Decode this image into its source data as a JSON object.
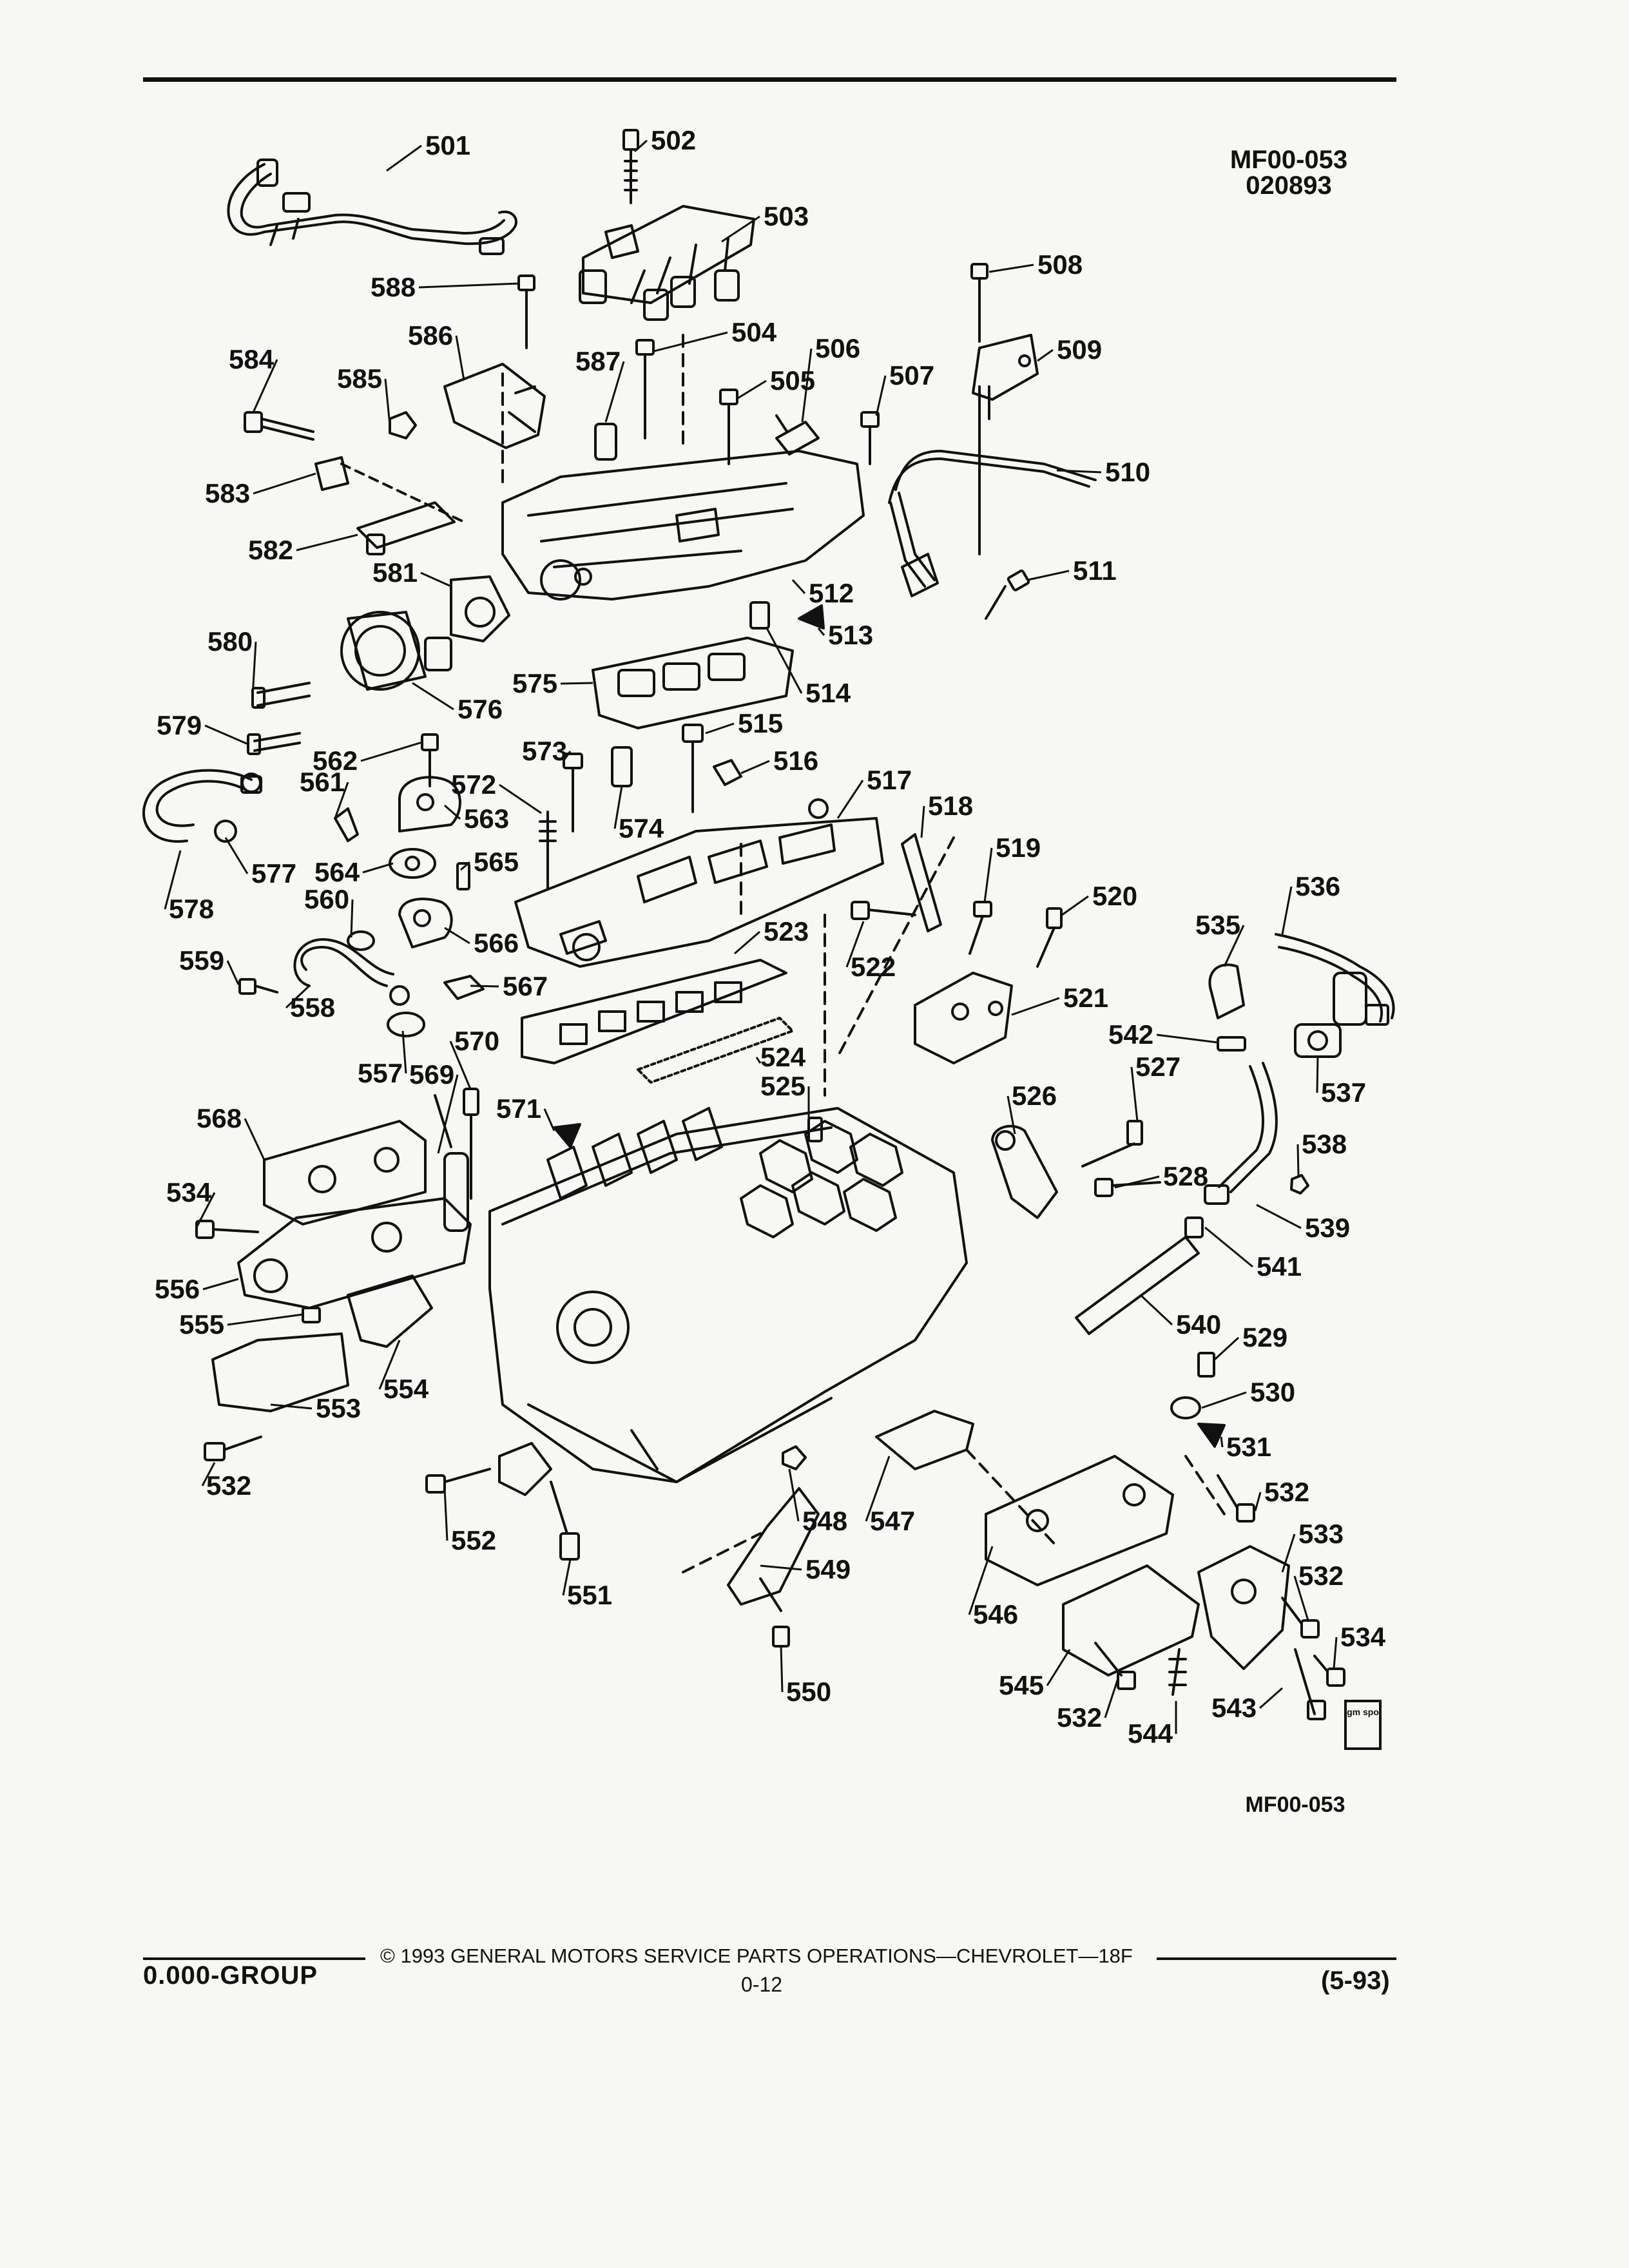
{
  "header": {
    "figure_code": "MF00-053",
    "figure_date": "020893"
  },
  "diagram": {
    "caption_code": "MF00-053",
    "part_labels": [
      {
        "id": "501",
        "text": "501"
      },
      {
        "id": "502",
        "text": "502"
      },
      {
        "id": "503",
        "text": "503"
      },
      {
        "id": "504",
        "text": "504"
      },
      {
        "id": "505",
        "text": "505"
      },
      {
        "id": "506",
        "text": "506"
      },
      {
        "id": "507",
        "text": "507"
      },
      {
        "id": "508",
        "text": "508"
      },
      {
        "id": "509",
        "text": "509"
      },
      {
        "id": "510",
        "text": "510"
      },
      {
        "id": "511",
        "text": "511"
      },
      {
        "id": "512",
        "text": "512"
      },
      {
        "id": "513",
        "text": "513"
      },
      {
        "id": "514",
        "text": "514"
      },
      {
        "id": "515",
        "text": "515"
      },
      {
        "id": "516",
        "text": "516"
      },
      {
        "id": "517",
        "text": "517"
      },
      {
        "id": "518",
        "text": "518"
      },
      {
        "id": "519",
        "text": "519"
      },
      {
        "id": "520",
        "text": "520"
      },
      {
        "id": "521",
        "text": "521"
      },
      {
        "id": "522",
        "text": "522"
      },
      {
        "id": "523",
        "text": "523"
      },
      {
        "id": "524",
        "text": "524"
      },
      {
        "id": "525",
        "text": "525"
      },
      {
        "id": "526",
        "text": "526"
      },
      {
        "id": "527",
        "text": "527"
      },
      {
        "id": "528",
        "text": "528"
      },
      {
        "id": "529",
        "text": "529"
      },
      {
        "id": "530",
        "text": "530"
      },
      {
        "id": "531",
        "text": "531"
      },
      {
        "id": "532a",
        "text": "532"
      },
      {
        "id": "532b",
        "text": "532"
      },
      {
        "id": "532c",
        "text": "532"
      },
      {
        "id": "532d",
        "text": "532"
      },
      {
        "id": "533",
        "text": "533"
      },
      {
        "id": "534a",
        "text": "534"
      },
      {
        "id": "534b",
        "text": "534"
      },
      {
        "id": "535",
        "text": "535"
      },
      {
        "id": "536",
        "text": "536"
      },
      {
        "id": "537",
        "text": "537"
      },
      {
        "id": "538",
        "text": "538"
      },
      {
        "id": "539",
        "text": "539"
      },
      {
        "id": "540",
        "text": "540"
      },
      {
        "id": "541",
        "text": "541"
      },
      {
        "id": "542",
        "text": "542"
      },
      {
        "id": "543",
        "text": "543"
      },
      {
        "id": "544",
        "text": "544"
      },
      {
        "id": "545",
        "text": "545"
      },
      {
        "id": "546",
        "text": "546"
      },
      {
        "id": "547",
        "text": "547"
      },
      {
        "id": "548",
        "text": "548"
      },
      {
        "id": "549",
        "text": "549"
      },
      {
        "id": "550",
        "text": "550"
      },
      {
        "id": "551",
        "text": "551"
      },
      {
        "id": "552",
        "text": "552"
      },
      {
        "id": "553",
        "text": "553"
      },
      {
        "id": "554",
        "text": "554"
      },
      {
        "id": "555",
        "text": "555"
      },
      {
        "id": "556",
        "text": "556"
      },
      {
        "id": "557",
        "text": "557"
      },
      {
        "id": "558",
        "text": "558"
      },
      {
        "id": "559",
        "text": "559"
      },
      {
        "id": "560",
        "text": "560"
      },
      {
        "id": "561",
        "text": "561"
      },
      {
        "id": "562",
        "text": "562"
      },
      {
        "id": "563",
        "text": "563"
      },
      {
        "id": "564",
        "text": "564"
      },
      {
        "id": "565",
        "text": "565"
      },
      {
        "id": "566",
        "text": "566"
      },
      {
        "id": "567",
        "text": "567"
      },
      {
        "id": "568",
        "text": "568"
      },
      {
        "id": "569",
        "text": "569"
      },
      {
        "id": "570",
        "text": "570"
      },
      {
        "id": "571",
        "text": "571"
      },
      {
        "id": "572",
        "text": "572"
      },
      {
        "id": "573",
        "text": "573"
      },
      {
        "id": "574",
        "text": "574"
      },
      {
        "id": "575",
        "text": "575"
      },
      {
        "id": "576",
        "text": "576"
      },
      {
        "id": "577",
        "text": "577"
      },
      {
        "id": "578",
        "text": "578"
      },
      {
        "id": "579",
        "text": "579"
      },
      {
        "id": "580",
        "text": "580"
      },
      {
        "id": "581",
        "text": "581"
      },
      {
        "id": "582",
        "text": "582"
      },
      {
        "id": "583",
        "text": "583"
      },
      {
        "id": "584",
        "text": "584"
      },
      {
        "id": "585",
        "text": "585"
      },
      {
        "id": "586",
        "text": "586"
      },
      {
        "id": "587",
        "text": "587"
      },
      {
        "id": "588",
        "text": "588"
      }
    ]
  },
  "footer": {
    "group": "0.000-GROUP",
    "copyright": "© 1993 GENERAL MOTORS SERVICE PARTS OPERATIONS—CHEVROLET—18F",
    "page_number": "0-12",
    "date": "(5-93)"
  },
  "logo": {
    "text": "gm spo"
  }
}
